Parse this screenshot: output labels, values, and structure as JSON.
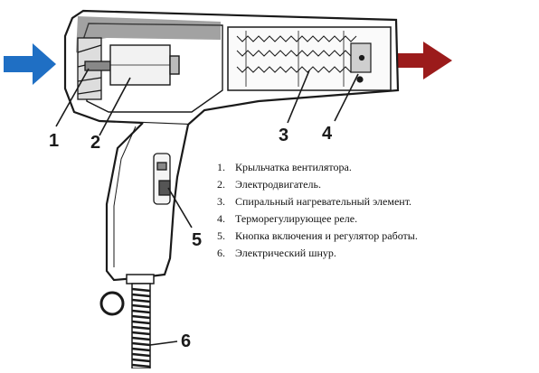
{
  "arrows": {
    "inlet_color": "#1f6fc4",
    "outlet_color": "#9b1b1b"
  },
  "callouts": {
    "c1": "1",
    "c2": "2",
    "c3": "3",
    "c4": "4",
    "c5": "5",
    "c6": "6"
  },
  "legend": [
    {
      "num": "1.",
      "text": "Крыльчатка вентилятора."
    },
    {
      "num": "2.",
      "text": "Электродвигатель."
    },
    {
      "num": "3.",
      "text": "Спиральный нагревательный элемент."
    },
    {
      "num": "4.",
      "text": "Терморегулирующее реле."
    },
    {
      "num": "5.",
      "text": "Кнопка включения и регулятор работы."
    },
    {
      "num": "6.",
      "text": "Электрический шнур."
    }
  ]
}
